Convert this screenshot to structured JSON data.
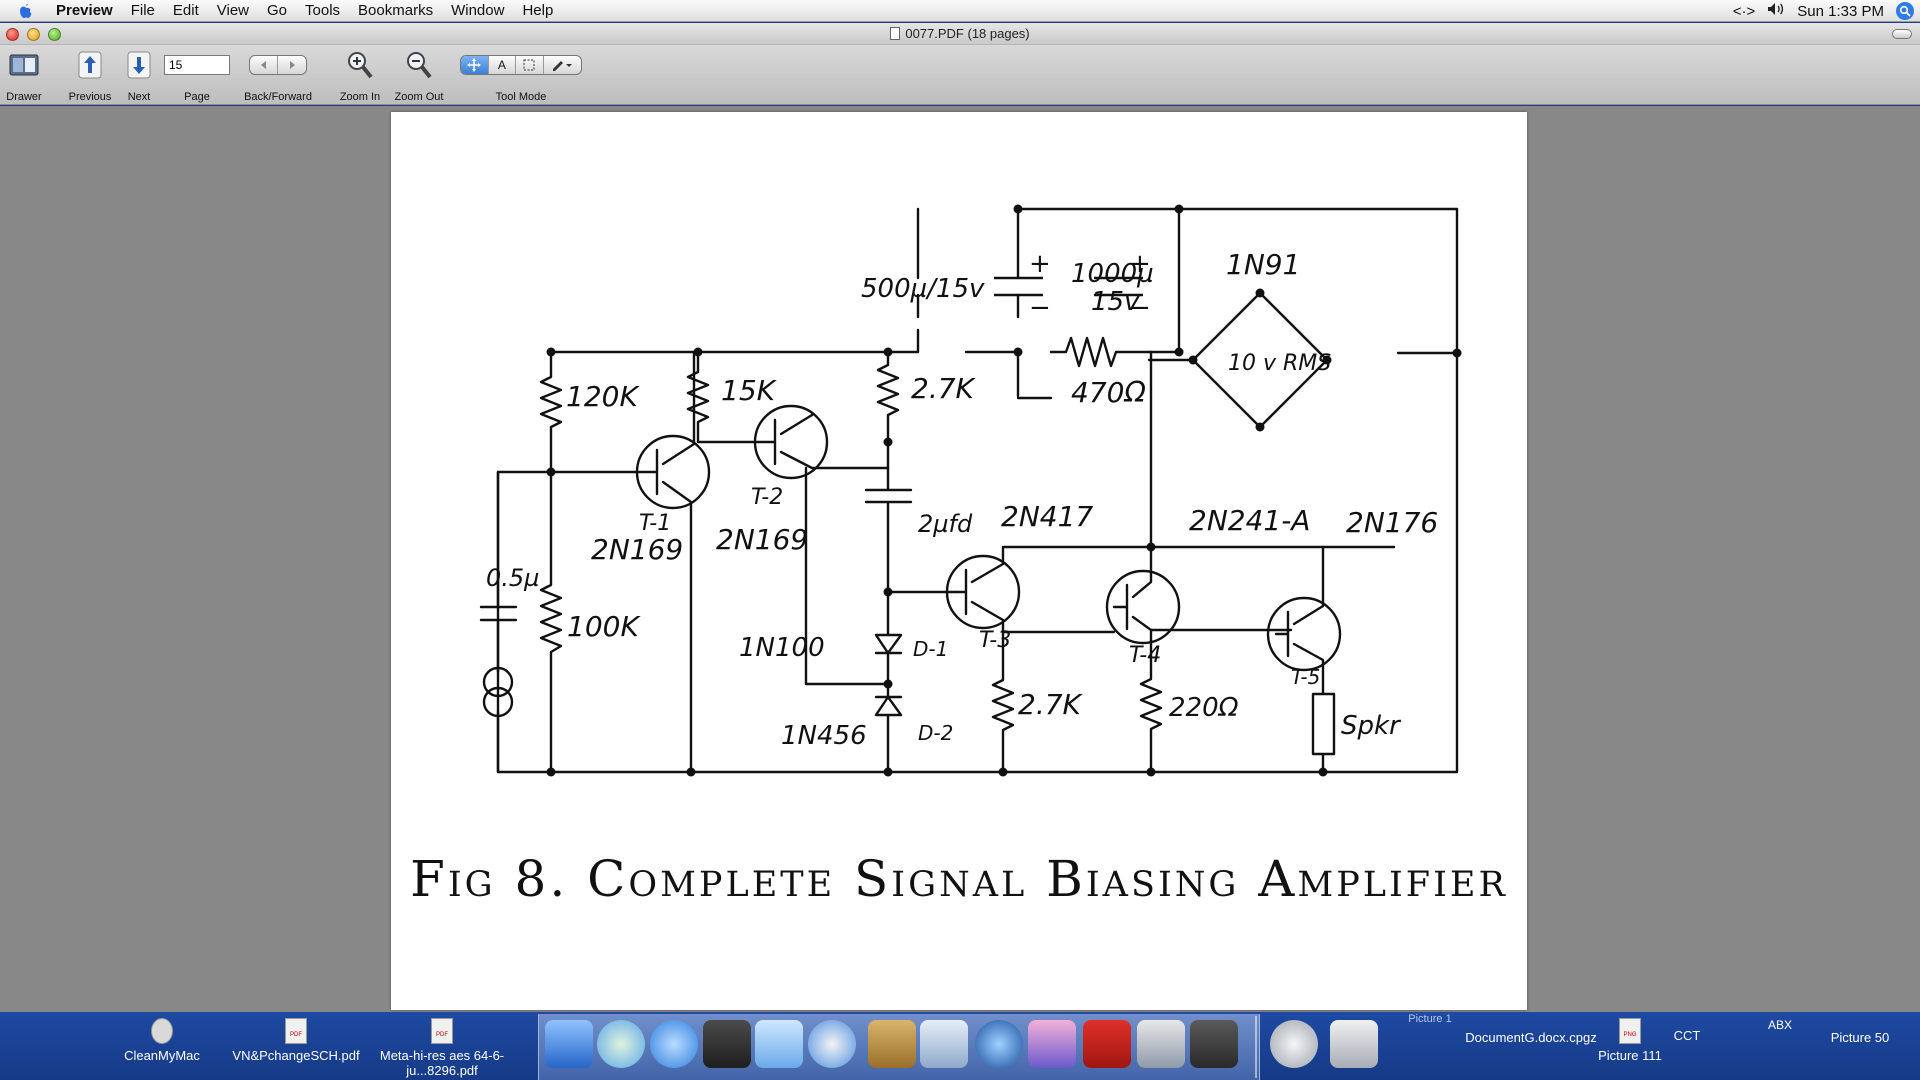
{
  "menubar": {
    "app_name": "Preview",
    "menus": [
      "File",
      "Edit",
      "View",
      "Go",
      "Tools",
      "Bookmarks",
      "Window",
      "Help"
    ],
    "clock": "Sun 1:33 PM",
    "script_indicator": "<·>"
  },
  "window": {
    "title": "0077.PDF (18 pages)"
  },
  "toolbar": {
    "drawer_label": "Drawer",
    "previous_label": "Previous",
    "next_label": "Next",
    "page_value": "15",
    "page_label": "Page",
    "backforward_label": "Back/Forward",
    "zoom_in_label": "Zoom In",
    "zoom_out_label": "Zoom Out",
    "tool_mode_label": "Tool Mode",
    "text_tool_glyph": "A"
  },
  "document": {
    "caption": "Fig 8. Complete Signal Biasing Amplifier",
    "schematic_labels": {
      "c_500": "500µ/15v",
      "c_1000_a": "1000µ",
      "c_1000_b": "15v",
      "r_470": "470Ω",
      "bridge": "1N91",
      "bridge_v": "10 v RMS",
      "r_120k": "120K",
      "r_15k": "15K",
      "r_27k_top": "2.7K",
      "t1": "T-1",
      "t1_type": "2N169",
      "t2": "T-2",
      "t2_type": "2N169",
      "c_2u": "2µfd",
      "c_05": "0.5µ",
      "r_100k": "100K",
      "d1_type": "1N100",
      "d1": "D-1",
      "d2_type": "1N456",
      "d2": "D-2",
      "t3_type": "2N417",
      "t3": "T-3",
      "t4_type": "2N241-A",
      "t4": "T-4",
      "t5_type": "2N176",
      "t5": "T-5",
      "r_27k_bot": "2.7K",
      "r_220": "220Ω",
      "spkr": "Spkr",
      "plus": "+",
      "minus": "−"
    }
  },
  "dock": {
    "left_files": [
      {
        "label": "CleanMyMac"
      },
      {
        "label": "VN&PchangeSCH.pdf"
      },
      {
        "label": "Meta-hi-res aes 64-6-ju...8296.pdf"
      }
    ],
    "right_files": [
      {
        "label": "DocumentG.docx.cpgz"
      },
      {
        "label": "Picture 111"
      },
      {
        "label": "CCT"
      },
      {
        "label": "ABX"
      },
      {
        "label": "Picture 50"
      },
      {
        "label": "Picture 1"
      }
    ]
  },
  "colors": {
    "desktop": "#1c3f8f",
    "content_bg": "#888888",
    "selection_blue": "#3a7fd8"
  }
}
